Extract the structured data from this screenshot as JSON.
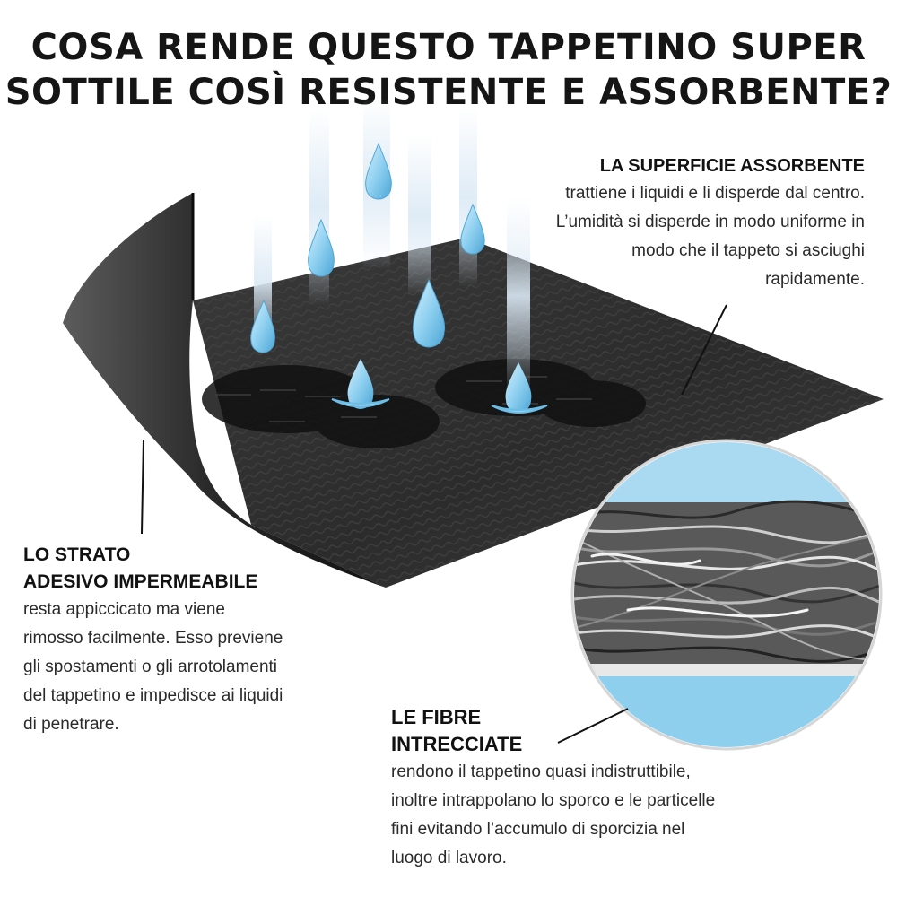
{
  "title": {
    "line1": "COSA RENDE QUESTO TAPPETINO SUPER",
    "line2": "SOTTILE COSÌ RESISTENTE E ASSORBENTE?"
  },
  "callouts": {
    "surface": {
      "heading": "LA SUPERFICIE ASSORBENTE",
      "lines": [
        "trattiene i liquidi e li disperde dal centro.",
        "L’umidità si disperde in modo uniforme in",
        "modo che il tappeto si asciughi",
        "rapidamente."
      ]
    },
    "adhesive": {
      "heading_lines": [
        "LO STRATO",
        "ADESIVO IMPERMEABILE"
      ],
      "lines": [
        "resta appiccicato ma viene",
        "rimosso facilmente. Esso previene",
        "gli spostamenti o gli arrotolamenti",
        "del tappetino e impedisce ai liquidi",
        "di penetrare."
      ]
    },
    "fibers": {
      "heading_lines": [
        "LE FIBRE",
        "INTRECCIATE"
      ],
      "lines": [
        "rendono il tappetino quasi indistruttibile,",
        "inoltre intrappolano lo sporco e le particelle",
        "fini evitando l’accumulo di sporcizia nel",
        "luogo di lavoro."
      ]
    }
  },
  "colors": {
    "mat": "#2f2f2f",
    "mat_back": "#1f1f1f",
    "water": "#7fc6ea",
    "fiber_bg": "#555555",
    "fiber_base": "#8ecfee"
  },
  "icons": [
    "water-drop-icon",
    "splash-icon",
    "footprint-stain",
    "fiber-magnifier"
  ]
}
